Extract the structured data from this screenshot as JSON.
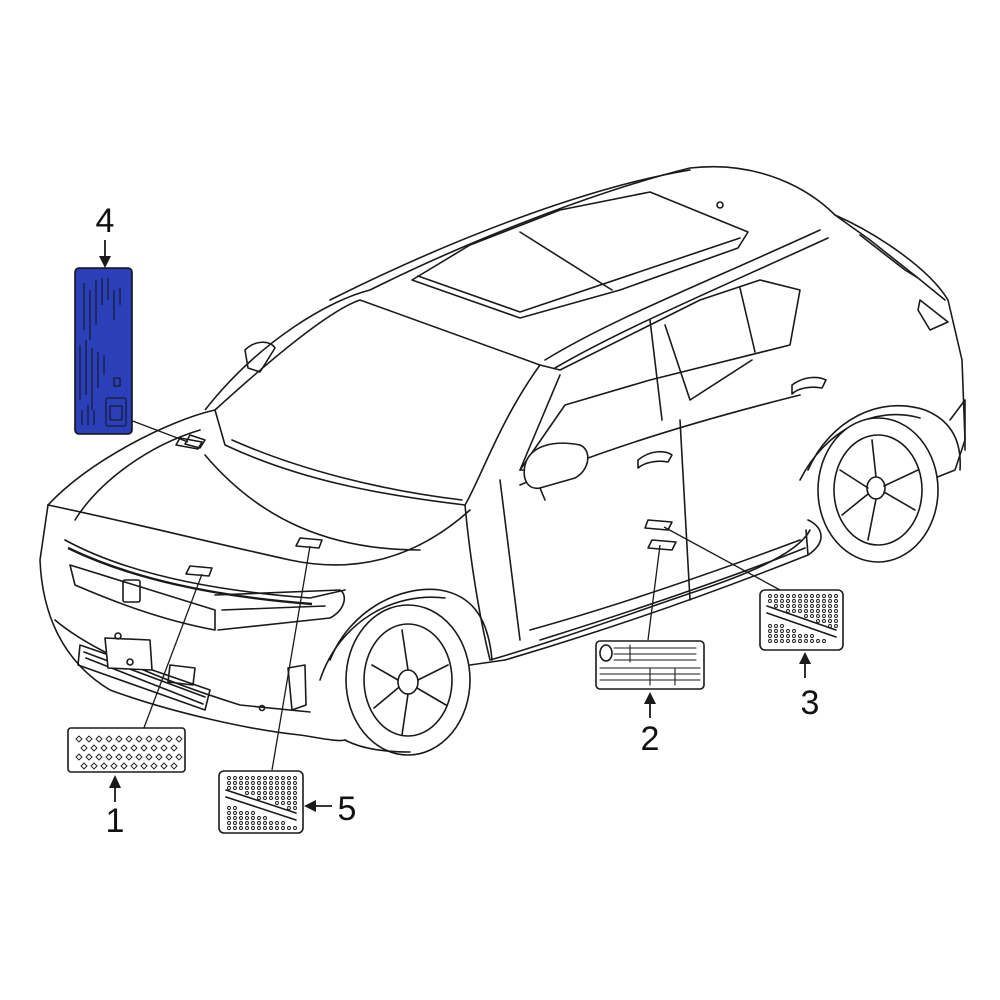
{
  "diagram": {
    "accent_color": "#2a3fb8",
    "parts": [
      {
        "number": "1",
        "kind": "label-patterned-diamonds"
      },
      {
        "number": "2",
        "kind": "label-tire-info"
      },
      {
        "number": "3",
        "kind": "label-dotted-diagonal"
      },
      {
        "number": "4",
        "kind": "label-emission-highlighted"
      },
      {
        "number": "5",
        "kind": "label-dotted-diagonal"
      }
    ]
  }
}
